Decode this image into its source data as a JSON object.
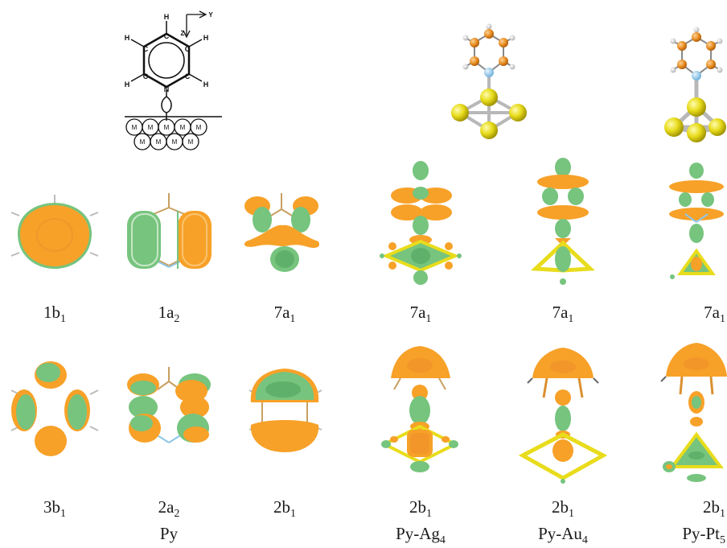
{
  "schematic": {
    "atom_c": "C",
    "atom_h": "H",
    "atom_n": "N",
    "atom_m": "M",
    "axis_y": "Y",
    "axis_z": "Z"
  },
  "orbitals_row1": [
    {
      "base": "1b",
      "sub": "1"
    },
    {
      "base": "1a",
      "sub": "2"
    },
    {
      "base": "7a",
      "sub": "1"
    },
    {
      "base": "7a",
      "sub": "1"
    },
    {
      "base": "7a",
      "sub": "1"
    },
    {
      "base": "7a",
      "sub": "1"
    }
  ],
  "orbitals_row2": [
    {
      "base": "3b",
      "sub": "1"
    },
    {
      "base": "2a",
      "sub": "2"
    },
    {
      "base": "2b",
      "sub": "1"
    },
    {
      "base": "2b",
      "sub": "1"
    },
    {
      "base": "2b",
      "sub": "1"
    },
    {
      "base": "2b",
      "sub": "1"
    }
  ],
  "systems": {
    "py": {
      "base": "Py",
      "sub": ""
    },
    "ag": {
      "base": "Py-Ag",
      "sub": "4"
    },
    "au": {
      "base": "Py-Au",
      "sub": "4"
    },
    "pt": {
      "base": "Py-Pt",
      "sub": "5"
    }
  },
  "colors": {
    "lobe_orange": "#f7a128",
    "lobe_green": "#76c47e",
    "gold_atom": "#e8dc1c",
    "carbon_atom": "#e58a1e",
    "nitrogen_atom": "#8ec7e8",
    "bond_gray": "#b8b8b8"
  }
}
